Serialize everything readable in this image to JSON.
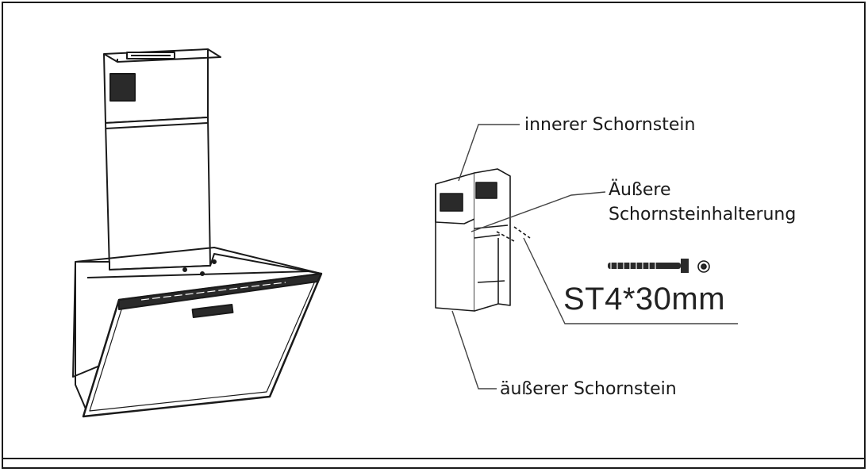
{
  "labels": {
    "inner_chimney": "innerer Schornstein",
    "outer_bracket_line1": "Äußere",
    "outer_bracket_line2": "Schornsteinhalterung",
    "outer_chimney": "äußerer Schornstein",
    "screw_spec": "ST4*30mm"
  },
  "colors": {
    "line": "#1a1a1a",
    "panel_dark": "#2a2a2a",
    "background": "#ffffff"
  }
}
